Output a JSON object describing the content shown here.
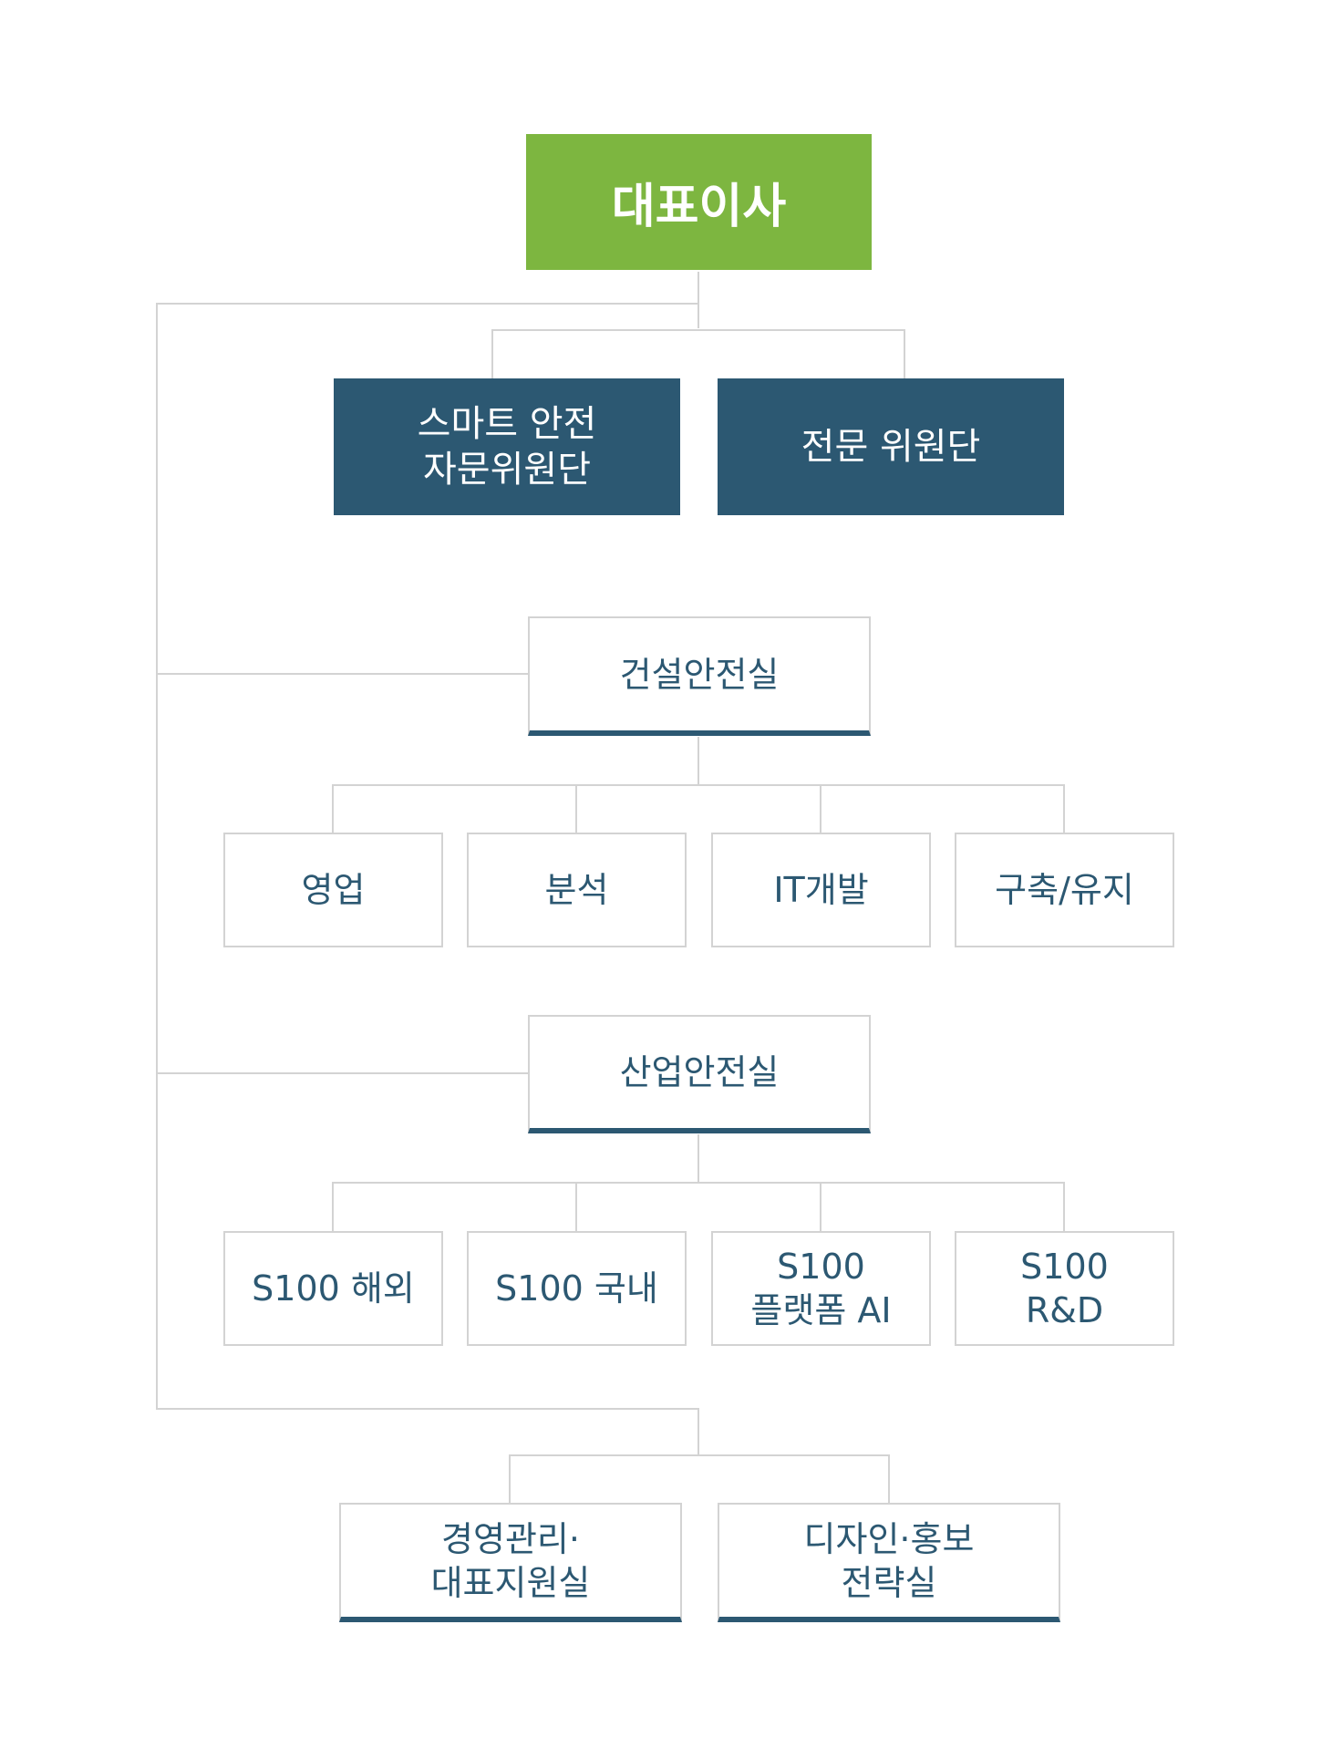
{
  "ceo": {
    "label": "대표이사"
  },
  "advisory": [
    {
      "label": "스마트 안전\n자문위원단"
    },
    {
      "label": "전문 위원단"
    }
  ],
  "construction": {
    "label": "건설안전실",
    "teams": [
      {
        "label": "영업"
      },
      {
        "label": "분석"
      },
      {
        "label": "IT개발"
      },
      {
        "label": "구축/유지"
      }
    ]
  },
  "industrial": {
    "label": "산업안전실",
    "teams": [
      {
        "label": "S100 해외"
      },
      {
        "label": "S100 국내"
      },
      {
        "label": "S100\n플랫폼 AI"
      },
      {
        "label": "S100\nR&D"
      }
    ]
  },
  "support": [
    {
      "label": "경영관리·\n대표지원실"
    },
    {
      "label": "디자인·홍보\n전략실"
    }
  ],
  "colors": {
    "ceo": "#7db640",
    "navy": "#2c5872",
    "line": "#d3d3d3"
  }
}
